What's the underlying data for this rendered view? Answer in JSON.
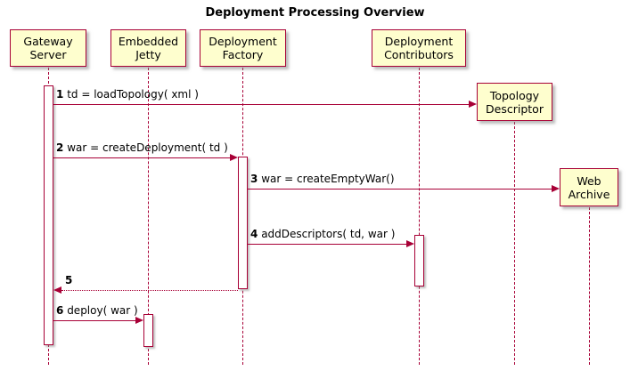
{
  "diagram": {
    "title": "Deployment Processing Overview",
    "type": "uml-sequence-diagram",
    "colors": {
      "participant_fill": "#FEFECE",
      "participant_border": "#A80036",
      "arrow": "#A80036",
      "lifeline": "#A80036",
      "activation_fill": "#FFFFFF",
      "background": "#FFFFFF",
      "text": "#000000"
    },
    "participants": [
      {
        "id": "gateway-server",
        "line1": "Gateway",
        "line2": "Server"
      },
      {
        "id": "embedded-jetty",
        "line1": "Embedded",
        "line2": "Jetty"
      },
      {
        "id": "deployment-factory",
        "line1": "Deployment",
        "line2": "Factory"
      },
      {
        "id": "deployment-contributors",
        "line1": "Deployment",
        "line2": "Contributors"
      },
      {
        "id": "topology-descriptor",
        "line1": "Topology",
        "line2": "Descriptor"
      },
      {
        "id": "web-archive",
        "line1": "Web",
        "line2": "Archive"
      }
    ],
    "messages": [
      {
        "seq": "1",
        "text": "td = loadTopology( xml )",
        "from": "gateway-server",
        "to": "topology-descriptor",
        "style": "solid"
      },
      {
        "seq": "2",
        "text": "war = createDeployment( td )",
        "from": "gateway-server",
        "to": "deployment-factory",
        "style": "solid"
      },
      {
        "seq": "3",
        "text": "war = createEmptyWar()",
        "from": "deployment-factory",
        "to": "web-archive",
        "style": "solid"
      },
      {
        "seq": "4",
        "text": "addDescriptors( td, war )",
        "from": "deployment-factory",
        "to": "deployment-contributors",
        "style": "solid"
      },
      {
        "seq": "5",
        "text": "",
        "from": "deployment-factory",
        "to": "gateway-server",
        "style": "dotted"
      },
      {
        "seq": "6",
        "text": "deploy( war )",
        "from": "gateway-server",
        "to": "embedded-jetty",
        "style": "solid"
      }
    ]
  }
}
